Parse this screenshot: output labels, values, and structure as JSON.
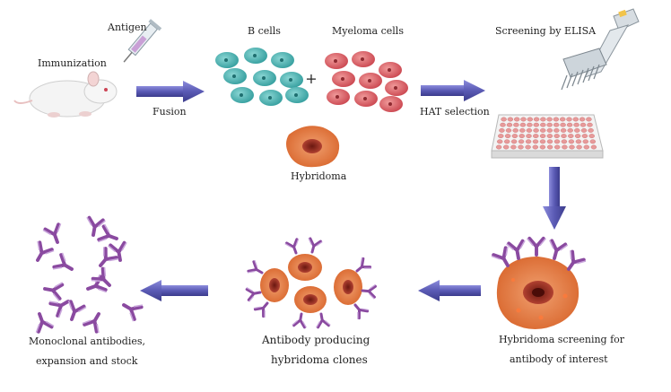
{
  "labels": {
    "immunization": "Immunization",
    "antigen": "Antigen",
    "fusion": "Fusion",
    "b_cells": "B cells",
    "plus": "+",
    "myeloma_cells": "Myeloma cells",
    "hybridoma": "Hybridoma",
    "hat_selection": "HAT selection",
    "screening_elisa": "Screening by ELISA",
    "screening_line1": "Hybridoma screening for",
    "screening_line2": "antibody of interest",
    "clones_line1": "Antibody producing",
    "clones_line2": "hybridoma clones",
    "mab_line1": "Monoclonal antibodies,",
    "mab_line2": "expansion and stock"
  },
  "colors": {
    "arrow": "#5a5ab4",
    "b_cell": "#4fb3b3",
    "myeloma": "#d9525a",
    "hybridoma": "#e0763a",
    "nucleus": "#b33a2c",
    "antibody": "#8a4aa0",
    "plate": "#e89898"
  }
}
